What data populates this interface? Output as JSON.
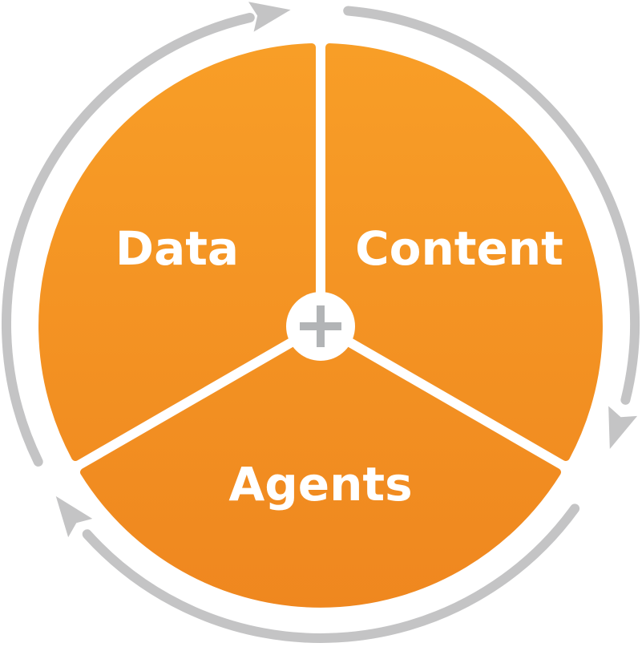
{
  "diagram": {
    "type": "cycle-diagram",
    "center_symbol": "+",
    "segments": [
      {
        "label": "Data"
      },
      {
        "label": "Content"
      },
      {
        "label": "Agents"
      }
    ],
    "arrows": [
      {
        "name": "cycle-arrow-top",
        "direction": "clockwise"
      },
      {
        "name": "cycle-arrow-right",
        "direction": "clockwise"
      },
      {
        "name": "cycle-arrow-bottom",
        "direction": "clockwise"
      }
    ],
    "colors": {
      "segment_orange_light": "#F89E27",
      "segment_orange_dark": "#EF871F",
      "arrow_gray": "#C4C4C5",
      "plus_gray": "#B2B4B6",
      "label_white": "#FFFFFF",
      "background": "#FFFFFF"
    }
  }
}
